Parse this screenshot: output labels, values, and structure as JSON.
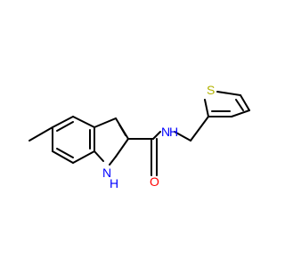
{
  "molecule": {
    "atoms": {
      "sulfur": "S",
      "amide_nh": "N",
      "amide_h": "H",
      "indole_nh": "N",
      "indole_h": "H",
      "carbonyl_o": "O"
    },
    "colors": {
      "bond": "#000000",
      "sulfur": "#b2b200",
      "nitrogen": "#0000ff",
      "oxygen": "#ff0000"
    }
  }
}
